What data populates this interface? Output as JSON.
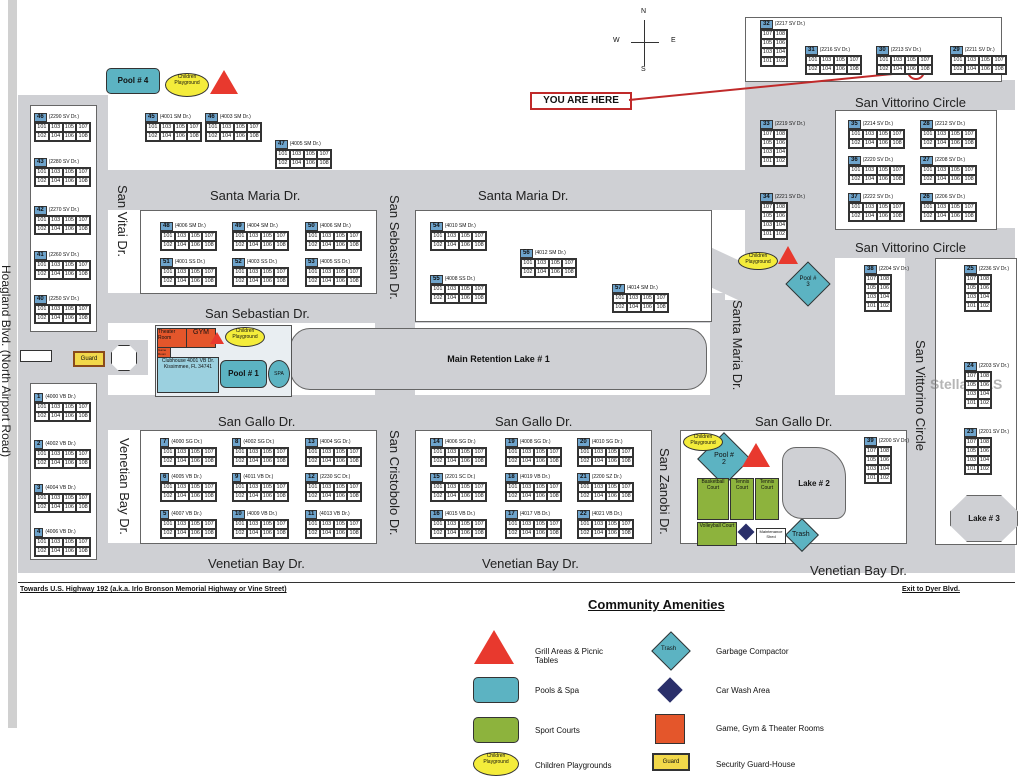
{
  "compass": {
    "n": "N",
    "s": "S",
    "e": "E",
    "w": "W"
  },
  "you_are_here": "YOU ARE HERE",
  "watermark": "StellarMLS",
  "streets": {
    "hoagland": "Hoagland Blvd. (North Airport Road)",
    "san_vitai": "San Vitai Dr.",
    "santa_maria_1": "Santa Maria Dr.",
    "santa_maria_2": "Santa Maria Dr.",
    "santa_maria_3": "Santa Maria Dr.",
    "san_sebastian_v": "San Sebastian Dr.",
    "san_sebastian_h": "San Sebastian Dr.",
    "san_vittorino_1": "San Vittorino Circle",
    "san_vittorino_2": "San Vittorino Circle",
    "san_vittorino_3": "San Vittorino Circle",
    "san_gallo_1": "San Gallo Dr.",
    "san_gallo_2": "San Gallo Dr.",
    "san_gallo_3": "San Gallo Dr.",
    "venetian_v": "Venetian Bay Dr.",
    "venetian_1": "Venetian Bay Dr.",
    "venetian_2": "Venetian Bay Dr.",
    "venetian_3": "Venetian Bay Dr.",
    "san_cristobolo": "San Cristobolo Dr.",
    "san_zanobi": "San Zanobi Dr."
  },
  "bottom": {
    "towards": "Towards U.S. Highway 192 (a.k.a. Irlo Bronson Memorial Highway or Vine Street)",
    "exit": "Exit to Dyer Blvd."
  },
  "amenities": {
    "pool4": "Pool # 4",
    "pool1": "Pool # 1",
    "pool2": "Pool # 2",
    "pool3": "Pool # 3",
    "spa": "SPA",
    "gym": "GYM",
    "theater": "Theater Room",
    "game": "Game Room",
    "guard": "Guard",
    "playground": "Children Playground",
    "clubhouse": "Clubhouse 4001 VB Dr. Kissimmee, FL 34741",
    "main_lake": "Main Retention Lake # 1",
    "lake2": "Lake # 2",
    "lake3": "Lake # 3",
    "basketball": "Basketball Court",
    "tennis1": "Tennis Court",
    "tennis2": "Tennis Court",
    "volleyball": "Volleyball Court",
    "maintenance": "Maintenance Shed",
    "trash": "Trash"
  },
  "legend": {
    "title": "Community Amenities",
    "grill": "Grill Areas & Picnic Tables",
    "pools": "Pools & Spa",
    "sport": "Sport Courts",
    "playgrounds": "Children Playgrounds",
    "garbage": "Garbage Compactor",
    "carwash": "Car Wash Area",
    "game": "Game, Gym & Theater Rooms",
    "guard": "Security Guard-House",
    "trash": "Trash",
    "guard_icon": "Guard",
    "play_icon": "Children Playground"
  },
  "units_std": [
    "101",
    "103",
    "105",
    "107",
    "102",
    "104",
    "106",
    "108"
  ],
  "units_tall": [
    "107",
    "108",
    "105",
    "106",
    "103",
    "104",
    "101",
    "102"
  ],
  "buildings": [
    {
      "no": "46",
      "addr": "(2290 SV Dr.)"
    },
    {
      "no": "43",
      "addr": "(2280 SV Dr.)"
    },
    {
      "no": "42",
      "addr": "(2270 SV Dr.)"
    },
    {
      "no": "41",
      "addr": "(2260 SV Dr.)"
    },
    {
      "no": "40",
      "addr": "(2250 SV Dr.)"
    },
    {
      "no": "45",
      "addr": "(4001 SM Dr.)"
    },
    {
      "no": "46",
      "addr": "(4003 SM Dr.)"
    },
    {
      "no": "47",
      "addr": "(4005 SM Dr.)"
    },
    {
      "no": "48",
      "addr": "(4006 SM Dr.)"
    },
    {
      "no": "49",
      "addr": "(4004 SM Dr.)"
    },
    {
      "no": "50",
      "addr": "(4006 SM Dr.)"
    },
    {
      "no": "51",
      "addr": "(4001 SS Dr.)"
    },
    {
      "no": "52",
      "addr": "(4003 SS Dr.)"
    },
    {
      "no": "53",
      "addr": "(4005 SS Dr.)"
    },
    {
      "no": "54",
      "addr": "(4010 SM Dr.)"
    },
    {
      "no": "56",
      "addr": "(4012 SM Dr.)"
    },
    {
      "no": "55",
      "addr": "(4008 SS Dr.)"
    },
    {
      "no": "57",
      "addr": "(4014 SM Dr.)"
    },
    {
      "no": "1",
      "addr": "(4000 VB Dr.)"
    },
    {
      "no": "2",
      "addr": "(4002 VB Dr.)"
    },
    {
      "no": "3",
      "addr": "(4004 VB Dr.)"
    },
    {
      "no": "4",
      "addr": "(4006 VB Dr.)"
    },
    {
      "no": "7",
      "addr": "(4000 SG Dr.)"
    },
    {
      "no": "8",
      "addr": "(4002 SG Dr.)"
    },
    {
      "no": "13",
      "addr": "(4004 SG Dr.)"
    },
    {
      "no": "6",
      "addr": "(4005 VB Dr.)"
    },
    {
      "no": "9",
      "addr": "(4011 VB Dr.)"
    },
    {
      "no": "12",
      "addr": "(2230 SC Dr.)"
    },
    {
      "no": "5",
      "addr": "(4007 VB Dr.)"
    },
    {
      "no": "10",
      "addr": "(4009 VB Dr.)"
    },
    {
      "no": "11",
      "addr": "(4013 VB Dr.)"
    },
    {
      "no": "14",
      "addr": "(4006 SG Dr.)"
    },
    {
      "no": "19",
      "addr": "(4008 SG Dr.)"
    },
    {
      "no": "20",
      "addr": "(4010 SG Dr.)"
    },
    {
      "no": "15",
      "addr": "(2201 SC Dr.)"
    },
    {
      "no": "18",
      "addr": "(4019 VB Dr.)"
    },
    {
      "no": "21",
      "addr": "(2200 SZ Dr.)"
    },
    {
      "no": "16",
      "addr": "(4015 VB Dr.)"
    },
    {
      "no": "17",
      "addr": "(4017 VB Dr.)"
    },
    {
      "no": "22",
      "addr": "(4021 VB Dr.)"
    },
    {
      "no": "31",
      "addr": "(2216 SV Dr.)"
    },
    {
      "no": "30",
      "addr": "(2213 SV Dr.)"
    },
    {
      "no": "29",
      "addr": "(2211 SV Dr.)"
    },
    {
      "no": "35",
      "addr": "(2214 SV Dr.)"
    },
    {
      "no": "28",
      "addr": "(2212 SV Dr.)"
    },
    {
      "no": "36",
      "addr": "(2220 SV Dr.)"
    },
    {
      "no": "27",
      "addr": "(2208 SV Dr.)"
    },
    {
      "no": "37",
      "addr": "(2222 SV Dr.)"
    },
    {
      "no": "26",
      "addr": "(2206 SV Dr.)"
    }
  ],
  "tall_buildings": [
    {
      "no": "32",
      "addr": "(2217 SV Dr.)"
    },
    {
      "no": "33",
      "addr": "(2219 SV Dr.)"
    },
    {
      "no": "34",
      "addr": "(2221 SV Dr.)"
    },
    {
      "no": "38",
      "addr": "(2204 SV Dr.)"
    },
    {
      "no": "25",
      "addr": "(2236 SV Dr.)"
    },
    {
      "no": "24",
      "addr": "(2203 SV Dr.)"
    },
    {
      "no": "23",
      "addr": "(2201 SV Dr.)"
    },
    {
      "no": "39",
      "addr": "(2200 SV Dr.)"
    }
  ]
}
